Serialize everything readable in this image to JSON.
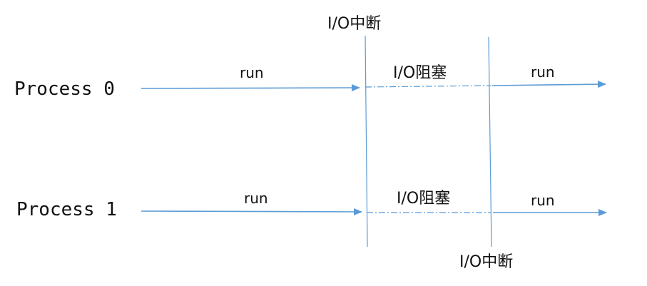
{
  "colors": {
    "line": "#5b9bd5",
    "text": "#111111"
  },
  "processes": [
    {
      "label": "Process 0",
      "run_before": "run",
      "blocked": "I/O阻塞",
      "run_after": "run"
    },
    {
      "label": "Process 1",
      "run_before": "run",
      "blocked": "I/O阻塞",
      "run_after": "run"
    }
  ],
  "interrupts": {
    "first": "I/O中断",
    "second": "I/O中断"
  }
}
